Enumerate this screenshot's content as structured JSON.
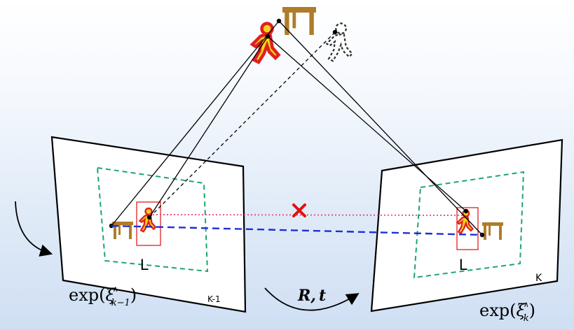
{
  "frames": {
    "left": {
      "frame_label": "K-1",
      "pose_label": "exp(ξ^∧_{k-1})",
      "pose_main": "exp(",
      "pose_xi": "ξ",
      "pose_hat": "∧",
      "pose_sub": "k−1",
      "pose_close": ")",
      "dynamic_marker": "L"
    },
    "right": {
      "frame_label": "K",
      "pose_label": "exp(ξ^∧_k)",
      "pose_main": "exp(",
      "pose_xi": "ξ",
      "pose_hat": "∧",
      "pose_sub": "k",
      "pose_close": ")",
      "dynamic_marker": "L"
    }
  },
  "transform": {
    "label": "R, t",
    "label_r": "R",
    "label_sep": ",",
    "label_t": "t"
  },
  "colors": {
    "frame_border": "#000000",
    "inner_box": "#1aa86a",
    "person_fill": "#f7d21a",
    "person_outline": "#e02020",
    "table": "#b07c2a",
    "blue_line": "#1d2fd6",
    "pink_line": "#e8457a",
    "cross": "#e01010",
    "background_top": "#ffffff",
    "background_bottom": "#cfdff3"
  },
  "icons": [
    "person-moving-icon",
    "person-ghost-icon",
    "table-icon",
    "cross-mark-icon",
    "rotation-arrow-icon"
  ]
}
